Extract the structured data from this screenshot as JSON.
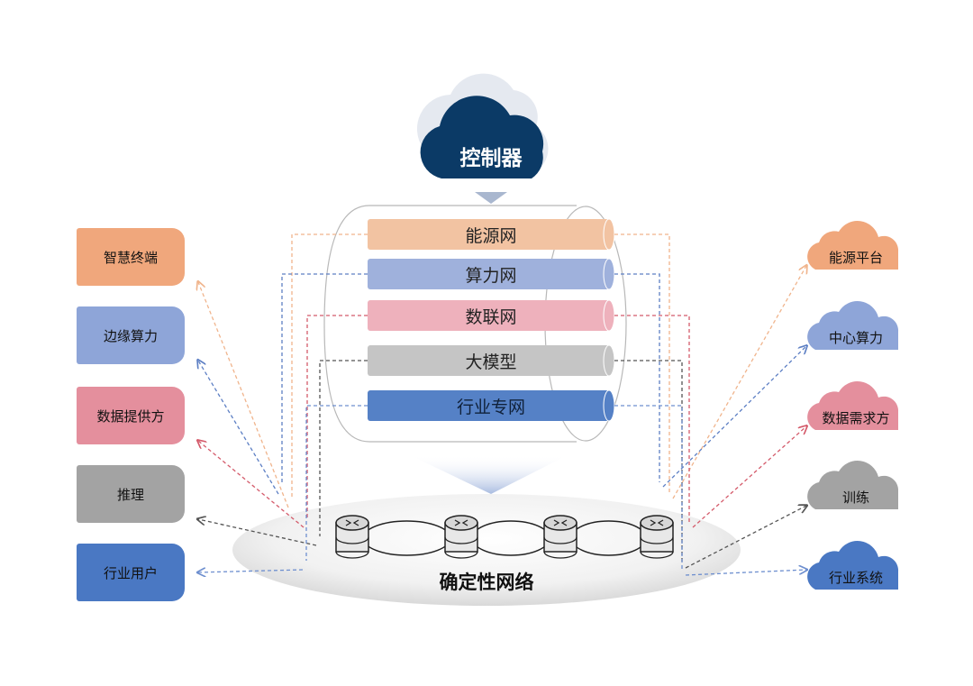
{
  "controller": {
    "label": "控制器"
  },
  "bands": [
    {
      "label": "能源网",
      "color": "#f2c3a2"
    },
    {
      "label": "算力网",
      "color": "#9fb1dc"
    },
    {
      "label": "数联网",
      "color": "#eeb1bc"
    },
    {
      "label": "大模型",
      "color": "#c5c5c5"
    },
    {
      "label": "行业专网",
      "color": "#5581c6"
    }
  ],
  "left_boxes": [
    {
      "label": "智慧终端",
      "color": "#f0a77c"
    },
    {
      "label": "边缘算力",
      "color": "#8ea5d8"
    },
    {
      "label": "数据提供方",
      "color": "#e48f9d"
    },
    {
      "label": "推理",
      "color": "#a3a3a3"
    },
    {
      "label": "行业用户",
      "color": "#4a78c3"
    }
  ],
  "right_clouds": [
    {
      "label": "能源平台",
      "color": "#f0a77c"
    },
    {
      "label": "中心算力",
      "color": "#8ea5d8"
    },
    {
      "label": "数据需求方",
      "color": "#e48f9d"
    },
    {
      "label": "训练",
      "color": "#a3a3a3"
    },
    {
      "label": "行业系统",
      "color": "#4a78c3"
    }
  ],
  "network": {
    "label": "确定性网络"
  },
  "icons": [
    "cloud-icon",
    "router-icon",
    "arrow-icon"
  ]
}
